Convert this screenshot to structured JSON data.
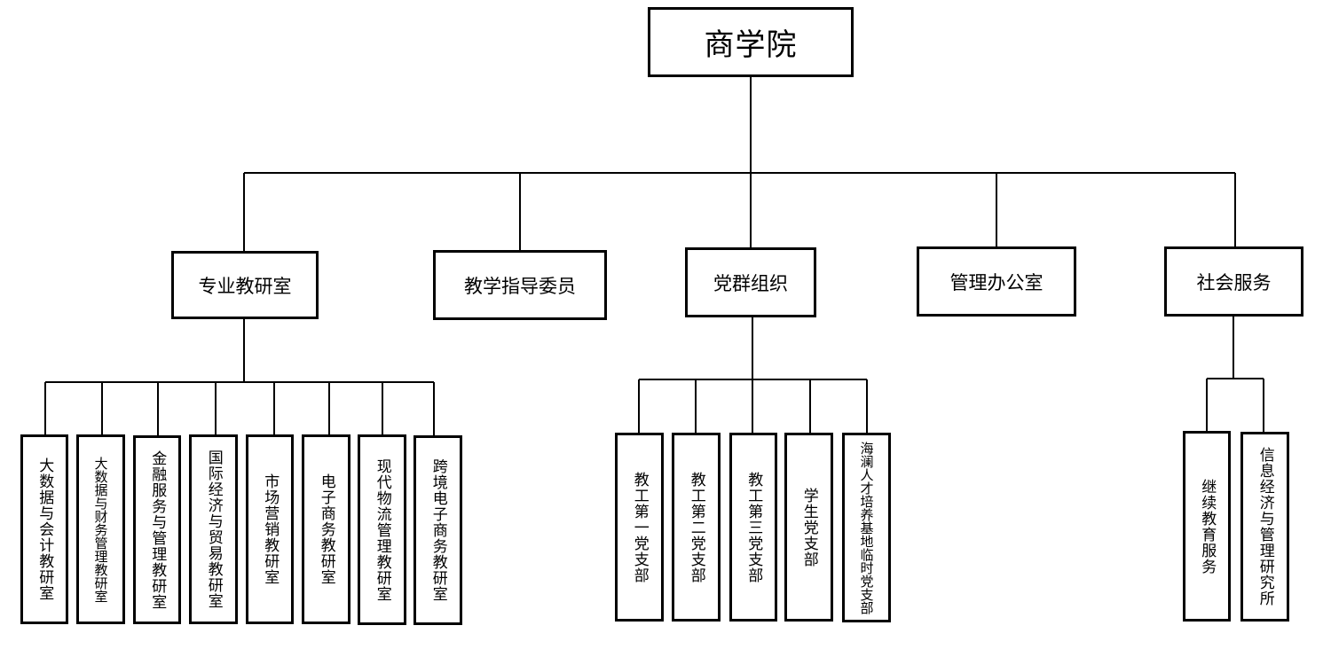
{
  "root": "商学院",
  "branches": [
    {
      "label": "专业教研室",
      "children": [
        "大数据与会计教研室",
        "大数据与财务管理教研室",
        "金融服务与管理教研室",
        "国际经济与贸易教研室",
        "市场营销教研室",
        "电子商务教研室",
        "现代物流管理教研室",
        "跨境电子商务教研室"
      ]
    },
    {
      "label": "教学指导委员",
      "children": []
    },
    {
      "label": "党群组织",
      "children": [
        "教工第一党支部",
        "教工第二党支部",
        "教工第三党支部",
        "学生党支部",
        "海澜人才培养基地临时党支部"
      ]
    },
    {
      "label": "管理办公室",
      "children": []
    },
    {
      "label": "社会服务",
      "children": [
        "继续教育服务",
        "信息经济与管理研究所"
      ]
    }
  ]
}
